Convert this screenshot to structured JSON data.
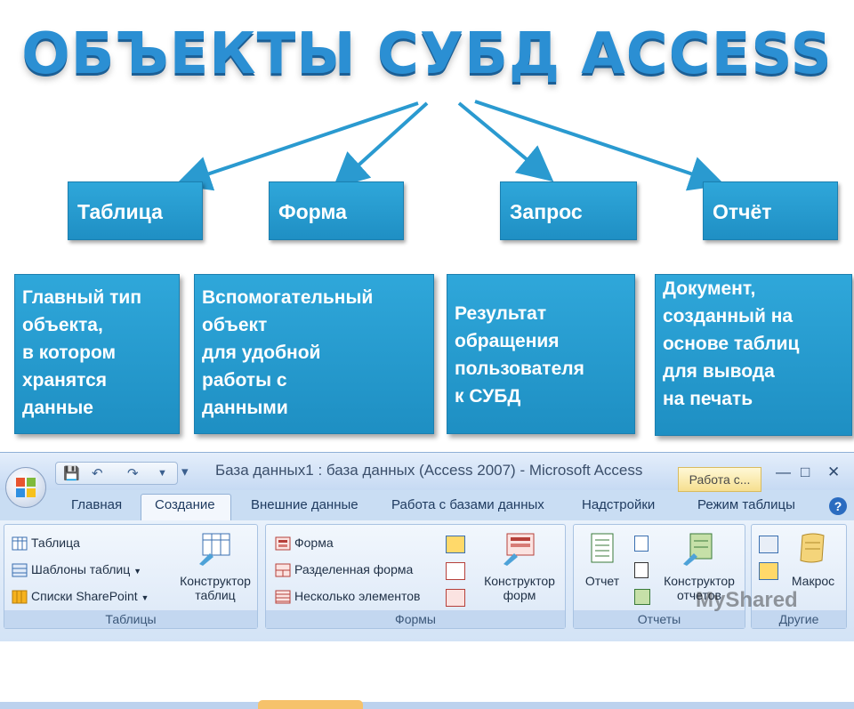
{
  "title": "ОБЪЕКТЫ СУБД ACCESS",
  "categories": [
    {
      "label": "Таблица"
    },
    {
      "label": "Форма"
    },
    {
      "label": "Запрос"
    },
    {
      "label": "Отчёт"
    }
  ],
  "descriptions": [
    {
      "text": "Главный тип\n объекта,\nв котором\nхранятся\nданные"
    },
    {
      "text": "Вспомогательный\nобъект\nдля удобной\nработы с\nданными"
    },
    {
      "text": "Результат\nобращения\nпользователя\nк СУБД"
    },
    {
      "text": "Документ,\nсозданный на\nоснове таблиц\nдля вывода\nна печать"
    }
  ],
  "window": {
    "title": "База данных1 : база данных (Access 2007) - Microsoft Access",
    "context_tab": "Работа с...",
    "tabs": [
      "Главная",
      "Создание",
      "Внешние данные",
      "Работа с базами данных",
      "Надстройки",
      "Режим таблицы"
    ],
    "help": "?",
    "groups": {
      "tables": {
        "label": "Таблицы",
        "items": [
          "Таблица",
          "Шаблоны таблиц",
          "Списки SharePoint"
        ],
        "big_button": "Конструктор\nтаблиц"
      },
      "forms": {
        "label": "Формы",
        "items": [
          "Форма",
          "Разделенная форма",
          "Несколько элементов"
        ],
        "big_button": "Конструктор\nформ"
      },
      "reports": {
        "label": "Отчеты",
        "big_button_1": "Отчет",
        "big_button_2": "Конструктор\nотчетов"
      },
      "other": {
        "label": "Другие",
        "big_button": "Макрос"
      }
    },
    "watermark": "MyShared"
  },
  "colors": {
    "box_blue": "#2fa7da",
    "title_blue": "#2b8fd3",
    "arrow_blue": "#2a9ad0"
  }
}
